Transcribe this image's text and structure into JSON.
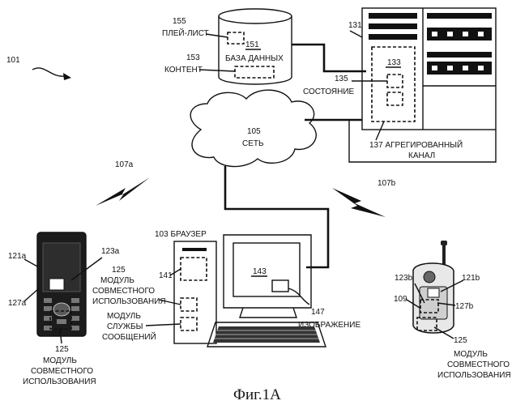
{
  "figure": {
    "caption": "Фиг.1А",
    "ref_system": "101"
  },
  "database": {
    "ref": "151",
    "label": "БАЗА ДАННЫХ",
    "playlist_ref": "155",
    "playlist_label": "ПЛЕЙ-ЛИСТ",
    "content_ref": "153",
    "content_label": "КОНТЕНТ"
  },
  "server": {
    "ref": "131",
    "inner_ref": "133",
    "state_ref": "135",
    "state_label": "СОСТОЯНИЕ",
    "channel_ref": "137",
    "channel_label_line1": "АГРЕГИРОВАННЫЙ",
    "channel_label_line2": "КАНАЛ"
  },
  "network": {
    "ref": "105",
    "label": "СЕТЬ"
  },
  "links": {
    "left_ref": "107a",
    "right_ref": "107b"
  },
  "computer": {
    "browser_ref": "103",
    "browser_label": "БРАУЗЕР",
    "tower_ref": "141",
    "screen_ref": "143",
    "image_ref": "147",
    "image_label": "ИЗОБРАЖЕНИЕ",
    "share_module_ref": "125",
    "share_module_line1": "МОДУЛЬ",
    "share_module_line2": "СОВМЕСТНОГО",
    "share_module_line3": "ИСПОЛЬЗОВАНИЯ",
    "msg_module_line1": "МОДУЛЬ",
    "msg_module_line2": "СЛУЖБЫ",
    "msg_module_line3": "СООБЩЕНИЙ"
  },
  "phone_left": {
    "ref_a": "121a",
    "ref_b": "123a",
    "ref_c": "127a",
    "module_ref": "125",
    "module_line1": "МОДУЛЬ",
    "module_line2": "СОВМЕСТНОГО",
    "module_line3": "ИСПОЛЬЗОВАНИЯ"
  },
  "phone_right": {
    "ref_a": "123b",
    "ref_b": "121b",
    "ref_c": "109",
    "ref_d": "127b",
    "module_ref": "125",
    "module_line1": "МОДУЛЬ",
    "module_line2": "СОВМЕСТНОГО",
    "module_line3": "ИСПОЛЬЗОВАНИЯ"
  }
}
